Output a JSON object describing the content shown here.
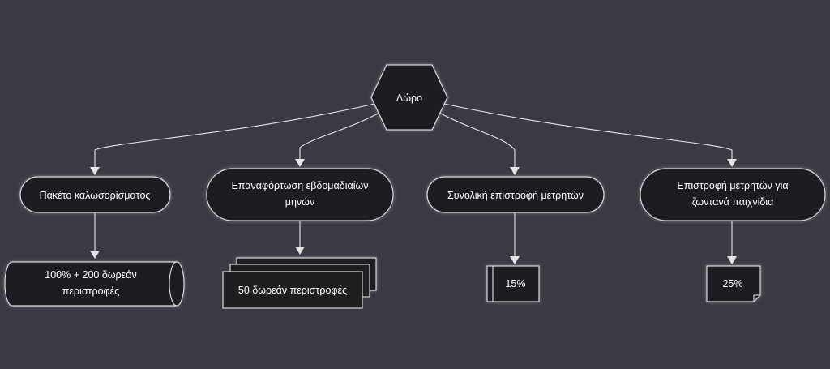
{
  "root": {
    "label": "Δώρο"
  },
  "branches": [
    {
      "label_lines": [
        "Πακέτο καλωσορίσματος"
      ],
      "leaf_lines": [
        "100% + 200 δωρεάν",
        "περιστροφές"
      ]
    },
    {
      "label_lines": [
        "Επαναφόρτωση εβδομαδιαίων",
        "μηνών"
      ],
      "leaf_lines": [
        "50 δωρεάν περιστροφές"
      ]
    },
    {
      "label_lines": [
        "Συνολική επιστροφή μετρητών"
      ],
      "leaf_lines": [
        "15%"
      ]
    },
    {
      "label_lines": [
        "Επιστροφή μετρητών για",
        "ζωντανά παιχνίδια"
      ],
      "leaf_lines": [
        "25%"
      ]
    }
  ],
  "colors": {
    "background": "#3b3a44",
    "node_fill": "#1f1f21",
    "stroke": "#d8d8d8",
    "text": "#ffffff"
  }
}
